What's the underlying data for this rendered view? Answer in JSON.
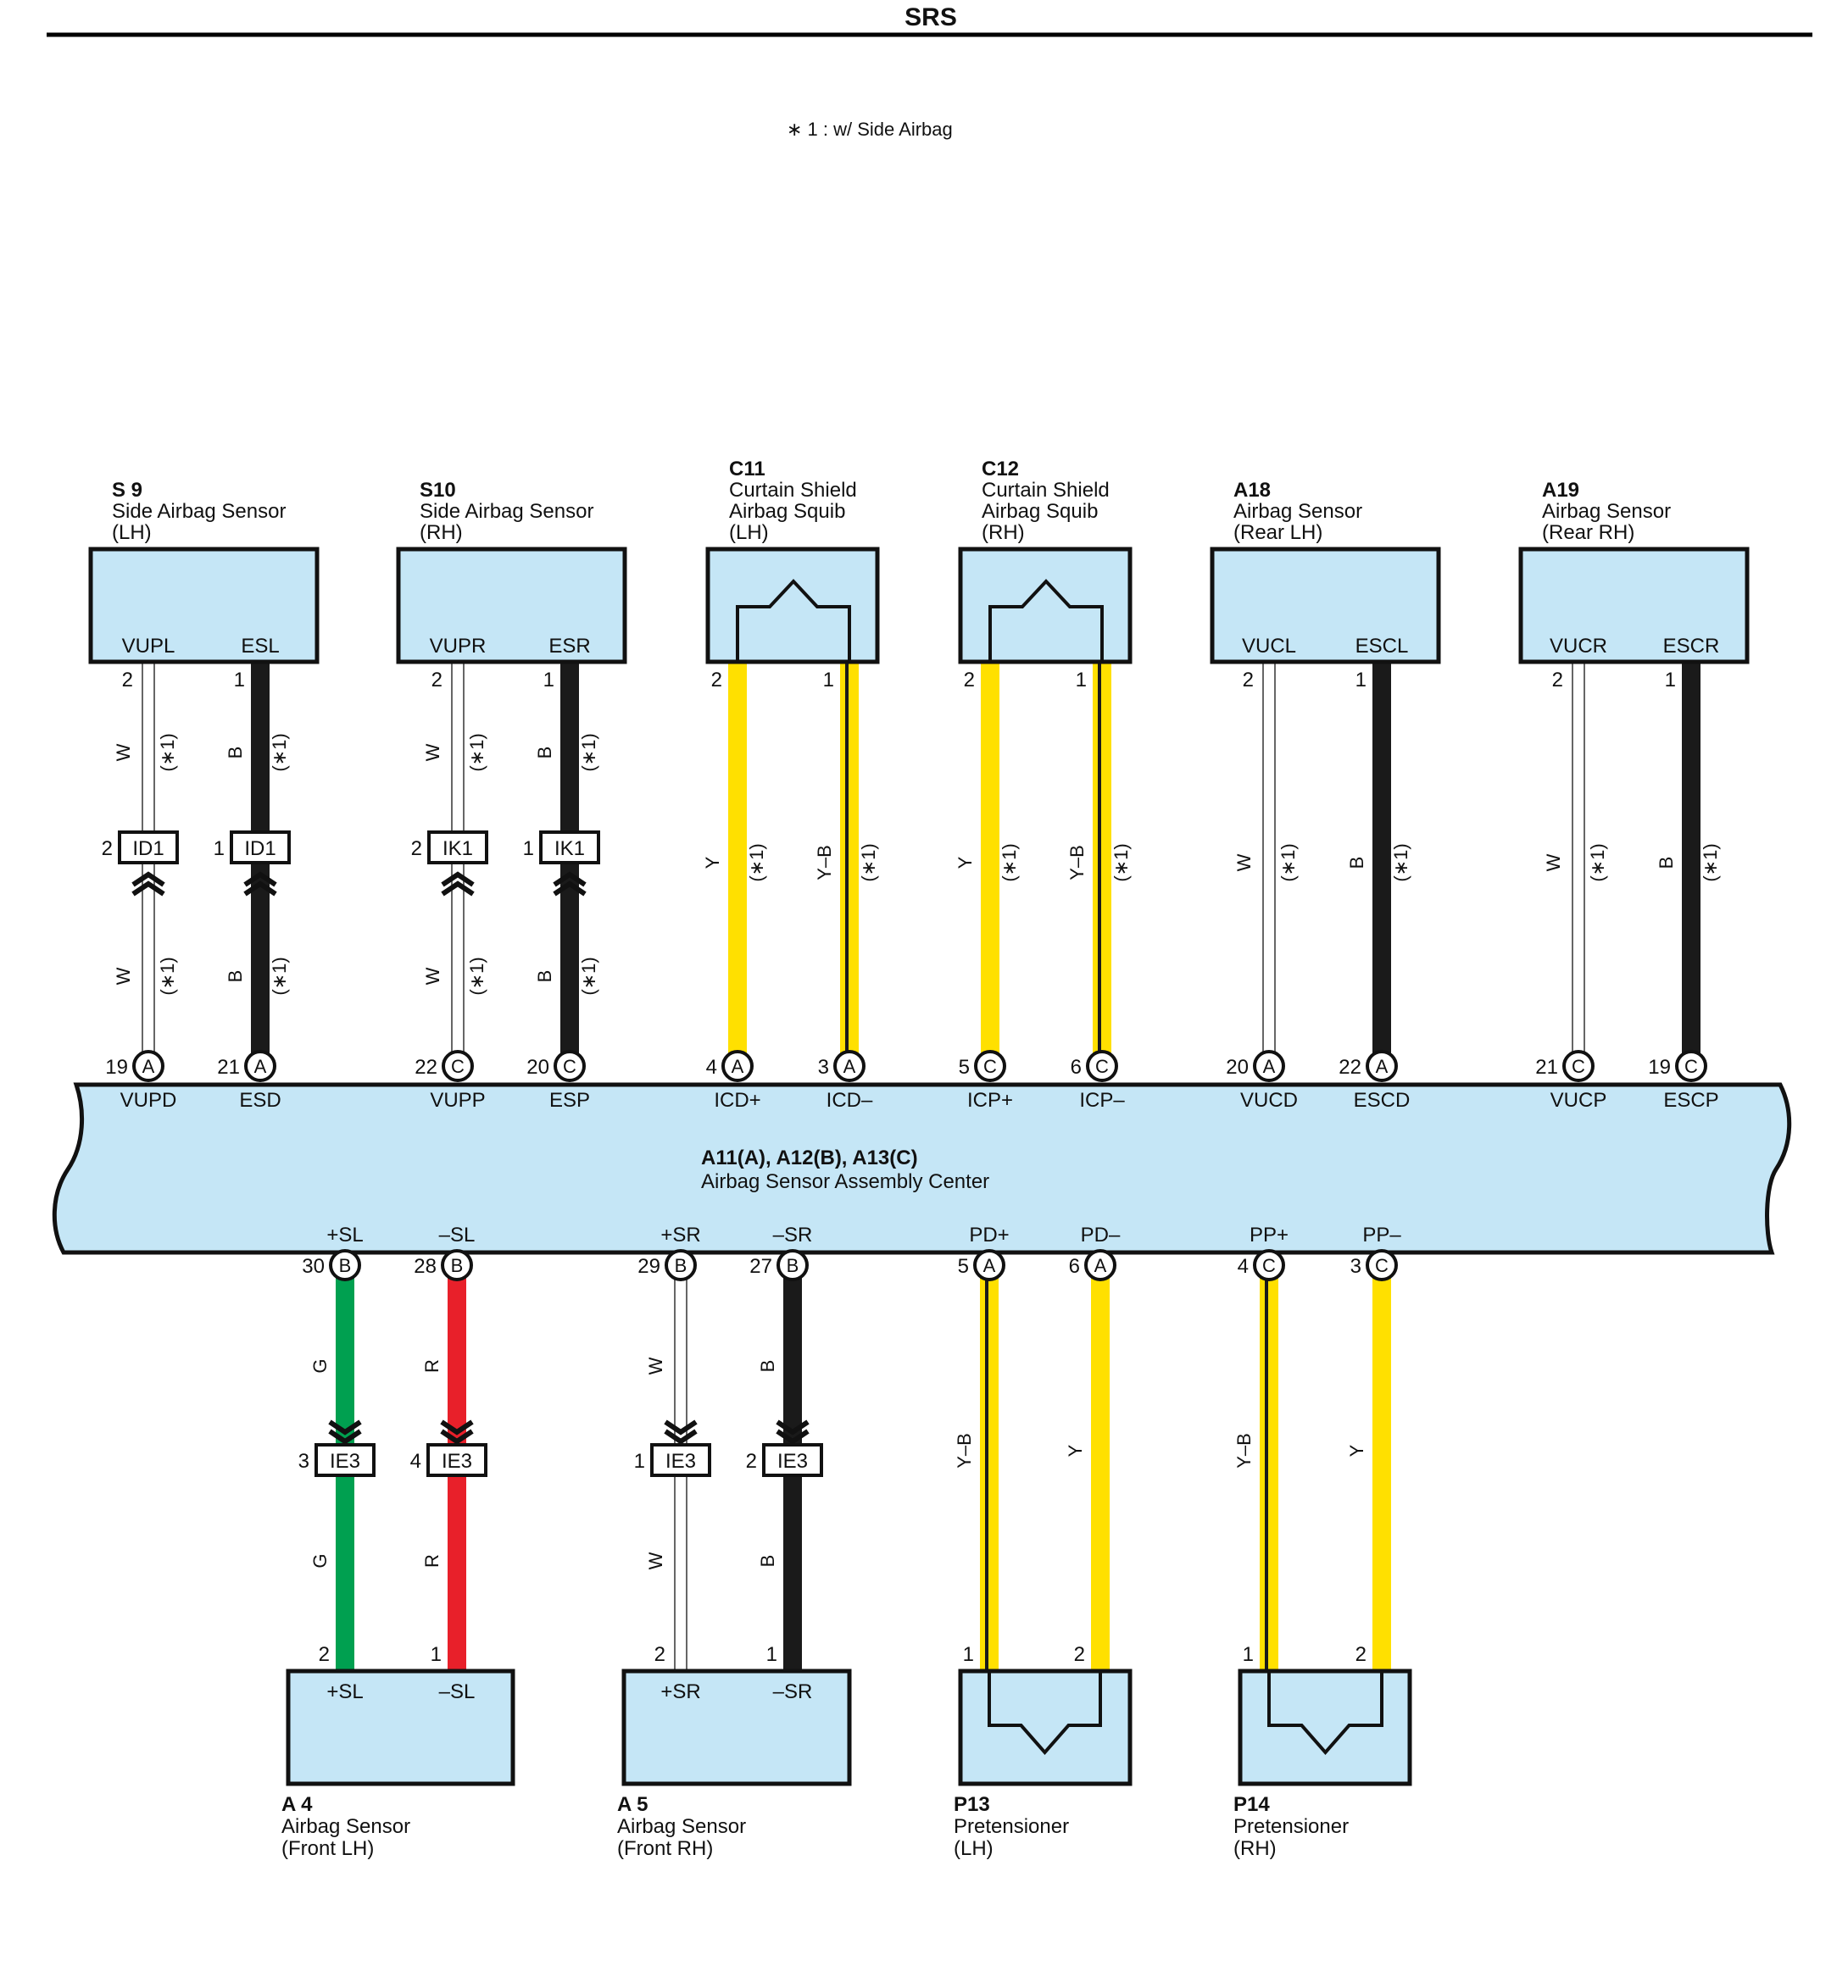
{
  "page_title": "SRS",
  "footnote": "∗ 1 : w/ Side Airbag",
  "wire_colors": {
    "W": "#ffffff",
    "B": "#1a1a1a",
    "Y": "#ffe000",
    "G": "#00a050",
    "R": "#e8202a"
  },
  "box_fill": "#c5e6f6",
  "note_label": "(∗1)",
  "center": {
    "id": "A11(A), A12(B), A13(C)",
    "name": "Airbag Sensor Assembly Center",
    "top_terminals": [
      {
        "pin": "19",
        "conn": "A",
        "label": "VUPD"
      },
      {
        "pin": "21",
        "conn": "A",
        "label": "ESD"
      },
      {
        "pin": "22",
        "conn": "C",
        "label": "VUPP"
      },
      {
        "pin": "20",
        "conn": "C",
        "label": "ESP"
      },
      {
        "pin": "4",
        "conn": "A",
        "label": "ICD+"
      },
      {
        "pin": "3",
        "conn": "A",
        "label": "ICD–"
      },
      {
        "pin": "5",
        "conn": "C",
        "label": "ICP+"
      },
      {
        "pin": "6",
        "conn": "C",
        "label": "ICP–"
      },
      {
        "pin": "20",
        "conn": "A",
        "label": "VUCD"
      },
      {
        "pin": "22",
        "conn": "A",
        "label": "ESCD"
      },
      {
        "pin": "21",
        "conn": "C",
        "label": "VUCP"
      },
      {
        "pin": "19",
        "conn": "C",
        "label": "ESCP"
      }
    ],
    "bottom_terminals": [
      {
        "pin": "30",
        "conn": "B",
        "label": "+SL"
      },
      {
        "pin": "28",
        "conn": "B",
        "label": "–SL"
      },
      {
        "pin": "29",
        "conn": "B",
        "label": "+SR"
      },
      {
        "pin": "27",
        "conn": "B",
        "label": "–SR"
      },
      {
        "pin": "5",
        "conn": "A",
        "label": "PD+"
      },
      {
        "pin": "6",
        "conn": "A",
        "label": "PD–"
      },
      {
        "pin": "4",
        "conn": "C",
        "label": "PP+"
      },
      {
        "pin": "3",
        "conn": "C",
        "label": "PP–"
      }
    ]
  },
  "top_components": [
    {
      "id": "S 9",
      "name": [
        "Side Airbag Sensor",
        "(LH)"
      ],
      "type": "sensor",
      "terminals": [
        "VUPL",
        "ESL"
      ],
      "pins": [
        "2",
        "1"
      ]
    },
    {
      "id": "S10",
      "name": [
        "Side Airbag Sensor",
        "(RH)"
      ],
      "type": "sensor",
      "terminals": [
        "VUPR",
        "ESR"
      ],
      "pins": [
        "2",
        "1"
      ]
    },
    {
      "id": "C11",
      "name": [
        "Curtain Shield",
        "Airbag Squib",
        "(LH)"
      ],
      "type": "squib",
      "pins": [
        "2",
        "1"
      ]
    },
    {
      "id": "C12",
      "name": [
        "Curtain Shield",
        "Airbag Squib",
        "(RH)"
      ],
      "type": "squib",
      "pins": [
        "2",
        "1"
      ]
    },
    {
      "id": "A18",
      "name": [
        "Airbag Sensor",
        "(Rear LH)"
      ],
      "type": "sensor",
      "terminals": [
        "VUCL",
        "ESCL"
      ],
      "pins": [
        "2",
        "1"
      ]
    },
    {
      "id": "A19",
      "name": [
        "Airbag Sensor",
        "(Rear RH)"
      ],
      "type": "sensor",
      "terminals": [
        "VUCR",
        "ESCR"
      ],
      "pins": [
        "2",
        "1"
      ]
    }
  ],
  "bottom_components": [
    {
      "id": "A 4",
      "name": [
        "Airbag Sensor",
        "(Front LH)"
      ],
      "type": "sensor",
      "terminals": [
        "+SL",
        "–SL"
      ],
      "pins": [
        "2",
        "1"
      ]
    },
    {
      "id": "A 5",
      "name": [
        "Airbag Sensor",
        "(Front RH)"
      ],
      "type": "sensor",
      "terminals": [
        "+SR",
        "–SR"
      ],
      "pins": [
        "2",
        "1"
      ]
    },
    {
      "id": "P13",
      "name": [
        "Pretensioner",
        "(LH)"
      ],
      "type": "pretensioner",
      "pins": [
        "1",
        "2"
      ]
    },
    {
      "id": "P14",
      "name": [
        "Pretensioner",
        "(RH)"
      ],
      "type": "pretensioner",
      "pins": [
        "1",
        "2"
      ]
    }
  ],
  "top_wires": [
    {
      "color": "W",
      "note": true,
      "junction": {
        "pin": "2",
        "label": "ID1"
      }
    },
    {
      "color": "B",
      "note": true,
      "junction": {
        "pin": "1",
        "label": "ID1"
      }
    },
    {
      "color": "W",
      "note": true,
      "junction": {
        "pin": "2",
        "label": "IK1"
      }
    },
    {
      "color": "B",
      "note": true,
      "junction": {
        "pin": "1",
        "label": "IK1"
      }
    },
    {
      "color": "Y",
      "note": true,
      "junction": null
    },
    {
      "color": "Y–B",
      "note": true,
      "junction": null
    },
    {
      "color": "Y",
      "note": true,
      "junction": null
    },
    {
      "color": "Y–B",
      "note": true,
      "junction": null
    },
    {
      "color": "W",
      "note": true,
      "junction": null
    },
    {
      "color": "B",
      "note": true,
      "junction": null
    },
    {
      "color": "W",
      "note": true,
      "junction": null
    },
    {
      "color": "B",
      "note": true,
      "junction": null
    }
  ],
  "bottom_wires": [
    {
      "color": "G",
      "junction": {
        "pin": "3",
        "label": "IE3"
      }
    },
    {
      "color": "R",
      "junction": {
        "pin": "4",
        "label": "IE3"
      }
    },
    {
      "color": "W",
      "junction": {
        "pin": "1",
        "label": "IE3"
      }
    },
    {
      "color": "B",
      "junction": {
        "pin": "2",
        "label": "IE3"
      }
    },
    {
      "color": "Y–B",
      "junction": null
    },
    {
      "color": "Y",
      "junction": null
    },
    {
      "color": "Y–B",
      "junction": null
    },
    {
      "color": "Y",
      "junction": null
    }
  ]
}
